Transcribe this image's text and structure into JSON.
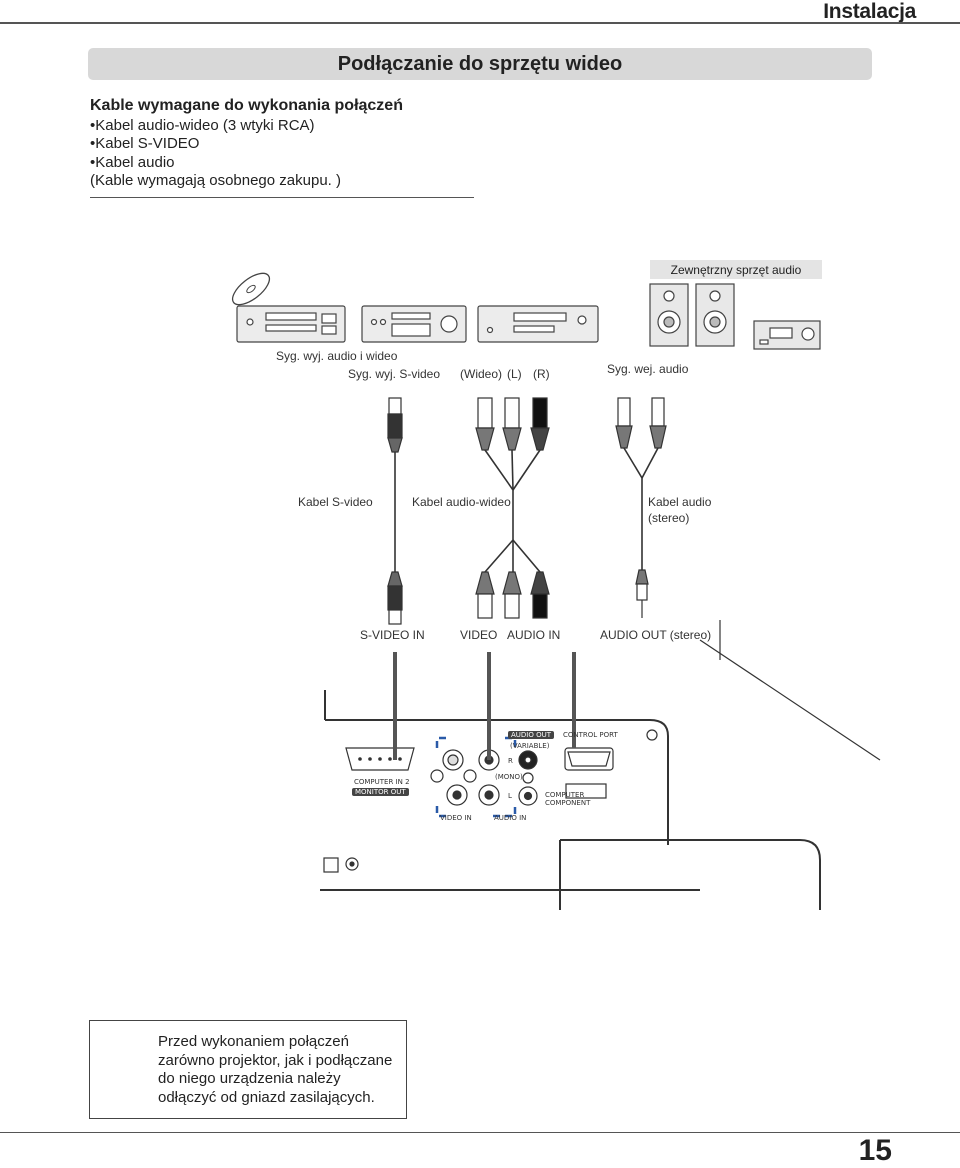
{
  "header": {
    "section": "Instalacja",
    "title": "Podłączanie do sprzętu wideo"
  },
  "required_cables": {
    "heading": "Kable wymagane do wykonania połączeń",
    "items": [
      "Kabel audio-wideo (3 wtyki RCA)",
      "Kabel S-VIDEO",
      "Kabel audio"
    ],
    "note": "(Kable wymagają osobnego zakupu. )"
  },
  "diagram": {
    "external_audio": "Zewnętrzny sprzęt audio",
    "source_av_out": "Syg. wyj. audio i wideo",
    "source_svideo_out": "Syg. wyj. S-video",
    "plug_video": "(Wideo)",
    "plug_left": "(L)",
    "plug_right": "(R)",
    "audio_in_signal": "Syg. wej. audio",
    "cable_svideo": "Kabel S-video",
    "cable_av": "Kabel audio-wideo",
    "cable_audio_1": "Kabel audio",
    "cable_audio_2": "(stereo)",
    "in_svideo": "S-VIDEO IN",
    "in_video": "VIDEO",
    "in_audio": "AUDIO IN",
    "out_audio": "AUDIO OUT (stereo)"
  },
  "panel": {
    "audio_out": "AUDIO OUT",
    "variable": "(VARIABLE)",
    "r": "R",
    "mono": "(MONO)",
    "l": "L",
    "control_port": "CONTROL PORT",
    "computer_in2": "COMPUTER IN 2",
    "monitor_out": "MONITOR OUT",
    "video_in": "VIDEO IN",
    "audio_in": "AUDIO IN",
    "computer": "COMPUTER",
    "component": "COMPONENT"
  },
  "warning": "Przed wykonaniem połączeń zarówno projektor, jak i podłączane do niego urządzenia należy odłączyć od gniazd zasilających.",
  "page_number": "15"
}
